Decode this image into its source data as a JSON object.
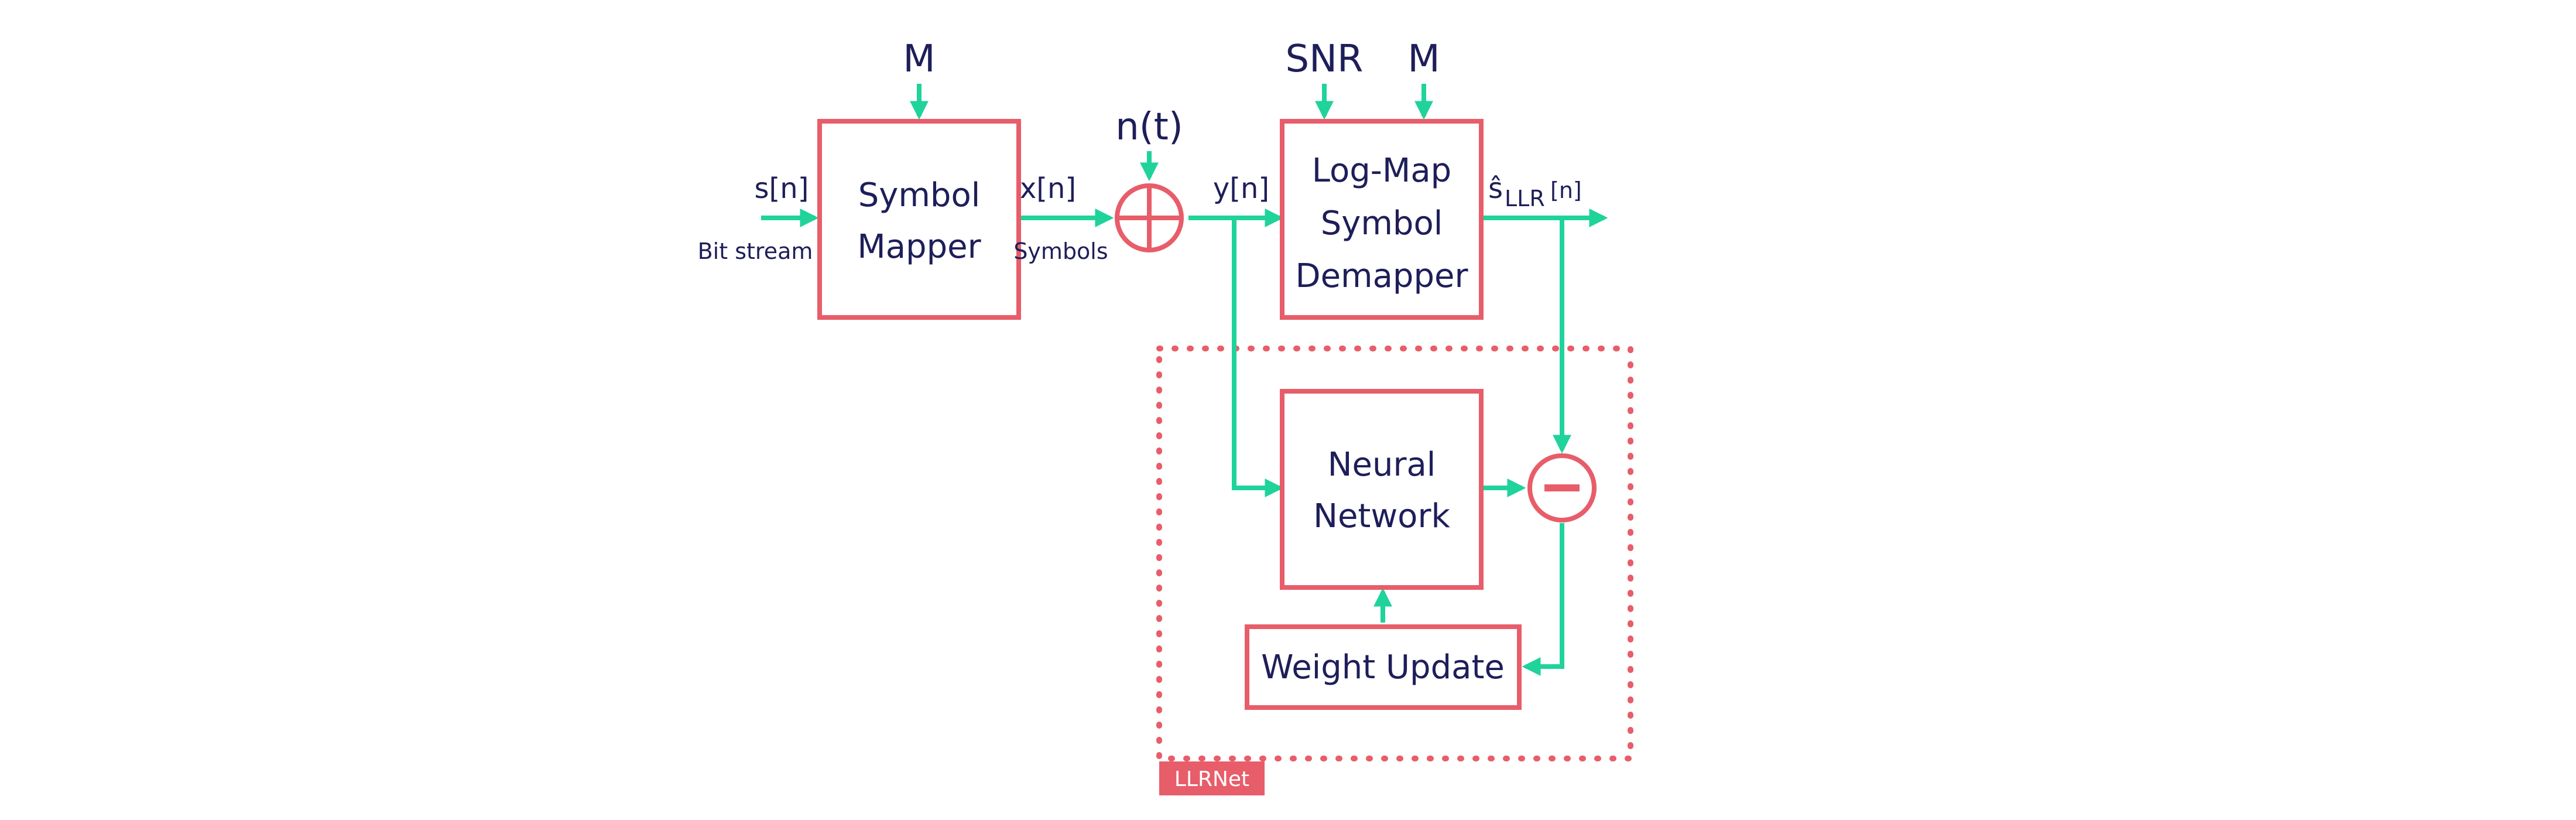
{
  "colors": {
    "block": "#e85d6a",
    "arrow": "#1fd39b",
    "text": "#1e1e5a",
    "tag_bg": "#e85d6a",
    "tag_text": "#ffffff"
  },
  "blocks": {
    "symbol_mapper": {
      "line1": "Symbol",
      "line2": "Mapper"
    },
    "demapper": {
      "line1": "Log-Map",
      "line2": "Symbol",
      "line3": "Demapper"
    },
    "neural_network": {
      "line1": "Neural",
      "line2": "Network"
    },
    "weight_update": {
      "label": "Weight Update"
    }
  },
  "params": {
    "mapper_M": "M",
    "noise": "n(t)",
    "snr": "SNR",
    "demapper_M": "M"
  },
  "signals": {
    "input": "s[n]",
    "input_caption": "Bit stream",
    "mapped": "x[n]",
    "mapped_caption": "Symbols",
    "received": "y[n]",
    "output_hat": "ŝ",
    "output_sub": "LLR",
    "output_idx": "[n]"
  },
  "operators": {
    "adder": "sum-symbol",
    "subtractor": "minus-symbol"
  },
  "region": {
    "tag": "LLRNet"
  }
}
